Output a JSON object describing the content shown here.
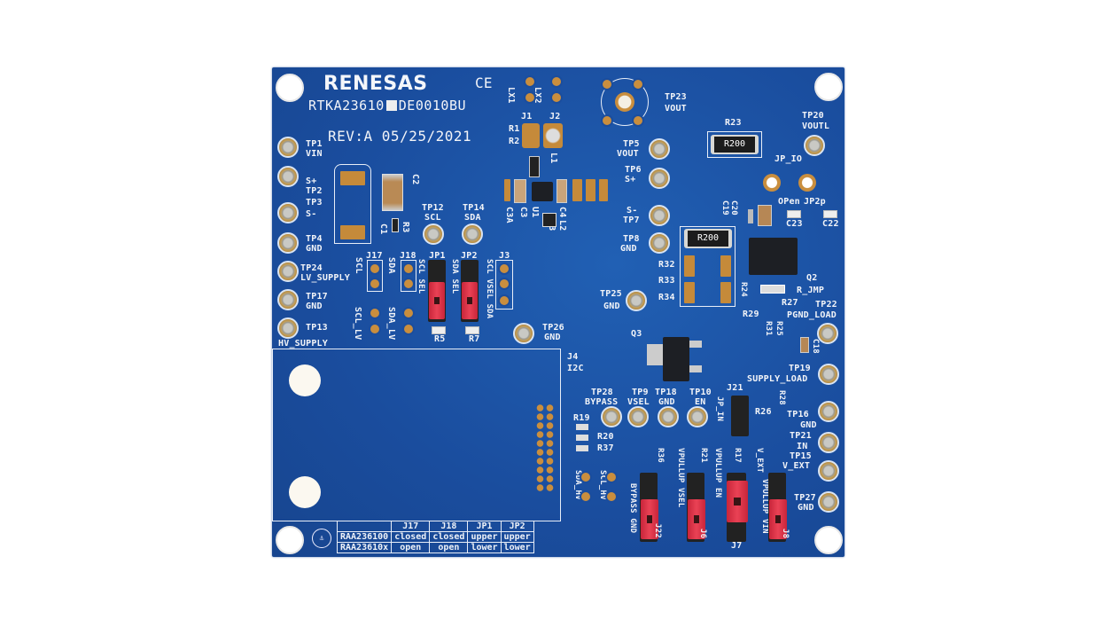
{
  "board": {
    "brand": "RENESAS",
    "ce_mark": "CE",
    "part_number_left": "RTKA23610",
    "part_number_right": "DE0010BU",
    "revision": "REV:A 05/25/2021",
    "color": "#1a4d9e"
  },
  "labels": {
    "tp1": "TP1",
    "vin": "VIN",
    "splus": "S+",
    "tp2": "TP2",
    "tp3": "TP3",
    "sminus": "S-",
    "tp4": "TP4",
    "gnd": "GND",
    "tp24": "TP24",
    "lv_supply": "LV_SUPPLY",
    "tp17": "TP17",
    "tp13": "TP13",
    "hv_supply": "HV_SUPPLY",
    "c2": "C2",
    "c1": "C1",
    "r3": "R3",
    "tp12": "TP12",
    "scl": "SCL",
    "tp14": "TP14",
    "sda": "SDA",
    "j17": "J17",
    "j18": "J18",
    "jp1": "JP1",
    "jp2": "JP2",
    "j3": "J3",
    "scl_sel": "SCL SEL",
    "sda_sel": "SDA SEL",
    "scl_vsel_sda": "SCL VSEL SDA",
    "scl_lv": "SCL_LV",
    "sda_lv": "SDA_LV",
    "r5": "R5",
    "r7": "R7",
    "tp26": "TP26",
    "lx1": "LX1",
    "lx2": "LX2",
    "j1": "J1",
    "j2": "J2",
    "r1": "R1",
    "r2": "R2",
    "l1": "L1",
    "c3a": "C3A",
    "c3": "C3",
    "u1": "U1",
    "c4": "C4",
    "l2": "L2",
    "l3": "L3",
    "tp23": "TP23",
    "vout": "VOUT",
    "r23": "R23",
    "r200": "R200",
    "tp20": "TP20",
    "voutl": "VOUTL",
    "jp_io": "JP_IO",
    "open": "OPen",
    "jp2p": "JP2p",
    "tp5": "TP5",
    "tp6": "TP6",
    "tp7": "TP7",
    "tp8": "TP8",
    "c20": "C20",
    "c19": "C19",
    "c23": "C23",
    "c22": "C22",
    "r32": "R32",
    "r33": "R33",
    "r34": "R34",
    "q2": "Q2",
    "r_jmp": "R_JMP",
    "r24": "R24",
    "r27": "R27",
    "r29": "R29",
    "r31": "R31",
    "r25": "R25",
    "tp22": "TP22",
    "pgnd_load": "PGND_LOAD",
    "tp25": "TP25",
    "q3": "Q3",
    "c18": "C18",
    "j4": "J4",
    "i2c": "I2C",
    "tp19": "TP19",
    "supply_load": "SUPPLY_LOAD",
    "r28": "R28",
    "tp16": "TP16",
    "r26": "R26",
    "tp21": "TP21",
    "in": "IN",
    "tp15": "TP15",
    "v_ext": "V_EXT",
    "tp27": "TP27",
    "tp28": "TP28",
    "bypass": "BYPASS",
    "tp9": "TP9",
    "vsel": "VSEL",
    "tp18": "TP18",
    "tp10": "TP10",
    "en": "EN",
    "j21": "J21",
    "jp_in": "JP_IN",
    "r19": "R19",
    "r20": "R20",
    "r37": "R37",
    "sda_hv": "SDA_HV",
    "scl_hv": "SCL_HV",
    "r36": "R36",
    "r21": "R21",
    "r17": "R17",
    "vpullup_en": "VPULLUP EN",
    "vpullup_vsel": "VPULLUP VSEL",
    "vpullup_vin": "VPULLUP VIN",
    "bypass_gnd": "BYPASS GND",
    "j22": "J22",
    "j6": "J6",
    "j7": "J7",
    "j8": "J8"
  },
  "config_table": {
    "headers": [
      "",
      "J17",
      "J18",
      "JP1",
      "JP2"
    ],
    "rows": [
      [
        "RAA236100",
        "closed",
        "closed",
        "upper",
        "upper"
      ],
      [
        "RAA23610x",
        "open",
        "open",
        "lower",
        "lower"
      ]
    ]
  }
}
